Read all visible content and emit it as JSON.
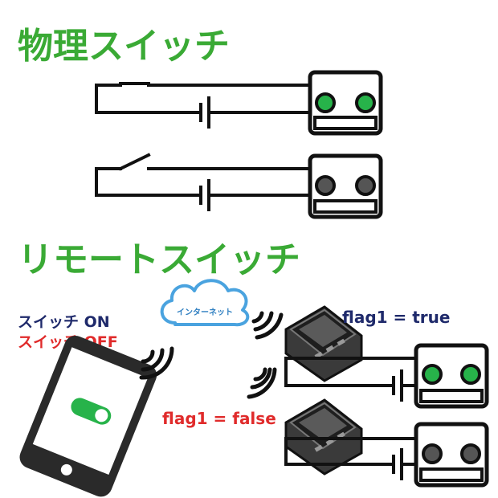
{
  "headings": {
    "physical_switch": "物理スイッチ",
    "remote_switch": "リモートスイッチ"
  },
  "cloud_label": "インターネット",
  "phone_labels": {
    "switch_on": "スイッチ ON",
    "switch_off": "スイッチ OFF"
  },
  "flags": {
    "true_label": "flag1 = true",
    "false_label": "flag1 = false"
  },
  "colors": {
    "heading_green": "#3aaa35",
    "eye_on_green": "#27b34a",
    "eye_off_gray": "#555555",
    "label_navy": "#1f2a6b",
    "label_red": "#e02b2b",
    "cloud_blue": "#4aa3df",
    "phone_body": "#2a2a2a",
    "toggle_green": "#27b34a"
  },
  "icons": {
    "robot": "robot-face-icon",
    "battery": "battery-icon",
    "cloud": "cloud-icon",
    "phone": "smartphone-icon",
    "signal": "wireless-signal-icon",
    "device": "m5stack-device-icon"
  },
  "states": {
    "physical_closed_lit": true,
    "physical_open_lit": false,
    "remote_true_lit": true,
    "remote_false_lit": false,
    "phone_toggle_on": true
  }
}
